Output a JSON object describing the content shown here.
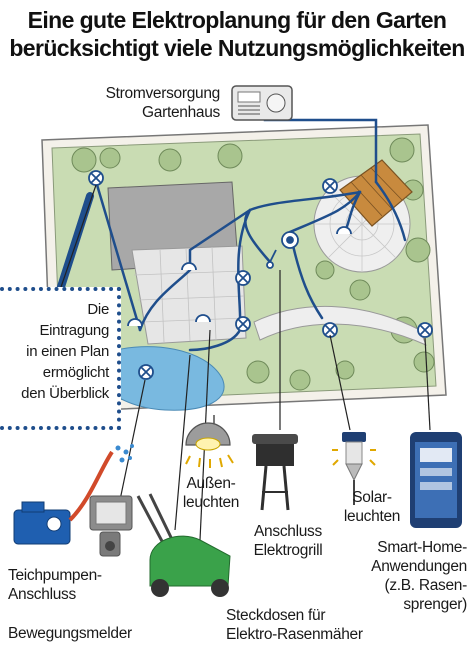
{
  "title": {
    "line1": "Eine gute Elektroplanung für den Garten",
    "line2": "berücksichtigt viele Nutzungsmöglichkeiten"
  },
  "labels": {
    "stromversorgung_line1": "Stromversorgung",
    "stromversorgung_line2": "Gartenhaus",
    "callout_line1": "Die",
    "callout_line2": "Eintragung",
    "callout_line3": "in einen Plan",
    "callout_line4": "ermöglicht",
    "callout_line5": "den Überblick",
    "aussen_line1": "Außen-",
    "aussen_line2": "leuchten",
    "solar_line1": "Solar-",
    "solar_line2": "leuchten",
    "grill_line1": "Anschluss",
    "grill_line2": "Elektrogrill",
    "smarthome_line1": "Smart-Home-",
    "smarthome_line2": "Anwendungen",
    "smarthome_line3": "(z.B. Rasen-",
    "smarthome_line4": "sprenger)",
    "teich_line1": "Teichpumpen-",
    "teich_line2": "Anschluss",
    "bewegung": "Bewegungsmelder",
    "steckdosen_line1": "Steckdosen für",
    "steckdosen_line2": "Elektro-Rasenmäher"
  },
  "colors": {
    "cable": "#1f4e8c",
    "lawn": "#c9dcb3",
    "lawn_dark": "#a9c48e",
    "house": "#a8a8a8",
    "terrace": "#e6e6e6",
    "pond": "#79b9e0",
    "shed": "#c88a3e",
    "mower": "#3aa24a",
    "phone": "#1f3f73"
  }
}
